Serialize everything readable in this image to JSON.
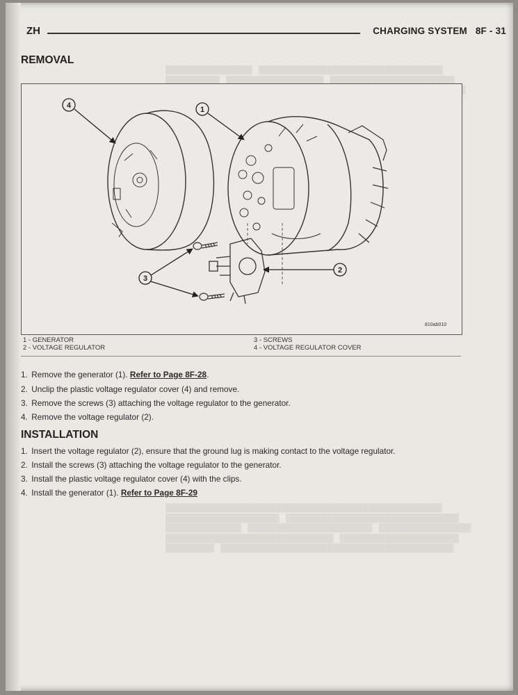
{
  "header": {
    "left": "ZH",
    "right": "CHARGING SYSTEM   8F - 31"
  },
  "removal": {
    "title": "REMOVAL",
    "figure": {
      "callouts": [
        "1",
        "2",
        "3",
        "4"
      ],
      "code": "810ab010",
      "captions": [
        "1 - GENERATOR",
        "2 - VOLTAGE REGULATOR",
        "3 - SCREWS",
        "4 - VOLTAGE REGULATOR COVER"
      ]
    },
    "steps": [
      {
        "num": "1.",
        "text": "Remove the generator (1). ",
        "ref": "Refer to Page 8F-28",
        "after": "."
      },
      {
        "num": "2.",
        "text": "Unclip the plastic voltage regulator cover (4) and remove.",
        "ref": "",
        "after": ""
      },
      {
        "num": "3.",
        "text": "Remove the screws (3) attaching the voltage regulator to the generator.",
        "ref": "",
        "after": ""
      },
      {
        "num": "4.",
        "text": "Remove the voltage regulator (2).",
        "ref": "",
        "after": ""
      }
    ]
  },
  "installation": {
    "title": "INSTALLATION",
    "steps": [
      {
        "num": "1.",
        "text": "Insert the voltage regulator (2), ensure that the ground lug is making contact to the voltage regulator.",
        "ref": "",
        "after": ""
      },
      {
        "num": "2.",
        "text": "Install the screws (3) attaching the voltage regulator to the generator.",
        "ref": "",
        "after": ""
      },
      {
        "num": "3.",
        "text": "Install the plastic voltage regulator cover (4) with the clips.",
        "ref": "",
        "after": ""
      },
      {
        "num": "4.",
        "text": "Install the generator (1). ",
        "ref": "Refer to Page 8F-29",
        "after": ""
      }
    ]
  }
}
